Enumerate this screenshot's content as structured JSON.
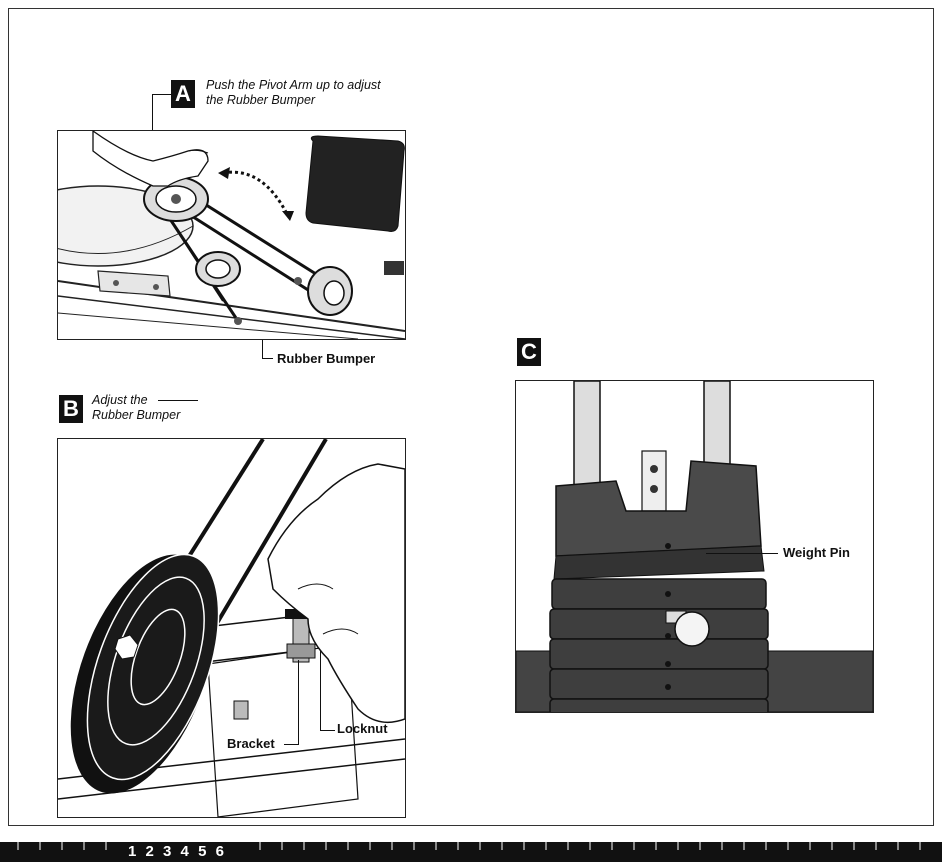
{
  "panels": {
    "a": {
      "letter": "A",
      "caption_line1": "Push the Pivot Arm up to adjust",
      "caption_line2": "the Rubber Bumper",
      "callout": "Rubber Bumper"
    },
    "b": {
      "letter": "B",
      "caption_line1": "Adjust the",
      "caption_line2": "Rubber Bumper",
      "callout_bracket": "Bracket",
      "callout_locknut": "Locknut"
    },
    "c": {
      "letter": "C",
      "callout": "Weight Pin"
    }
  },
  "footer": {
    "page_digits": [
      "1",
      "2",
      "3",
      "4",
      "5",
      "6"
    ]
  }
}
